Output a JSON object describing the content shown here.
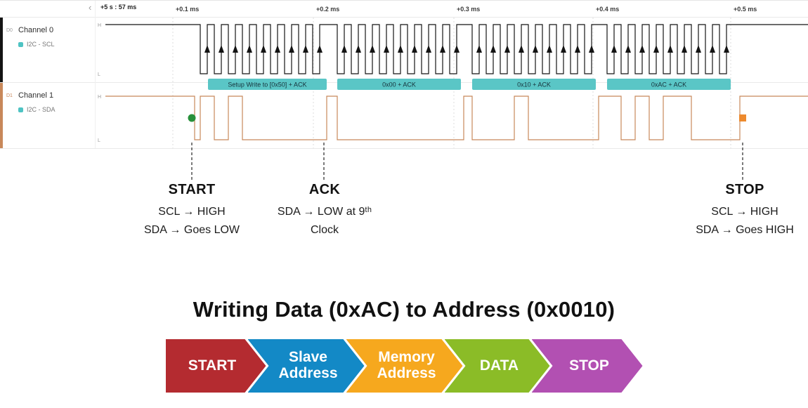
{
  "icons": {
    "collapse": "‹"
  },
  "analyzer": {
    "level_labels": {
      "high": "H",
      "low": "L"
    },
    "analyzer_chip_color": "#4ec3c3",
    "annotation_color": "#5ac6c6"
  },
  "chart_data": {
    "type": "digital-timing",
    "cursor_label": "+5 s : 57 ms",
    "x_ticks": [
      "+0.1 ms",
      "+0.2 ms",
      "+0.3 ms",
      "+0.4 ms",
      "+0.5 ms"
    ],
    "signals": [
      {
        "channel": "D0",
        "name": "Channel 0",
        "analyzer": "I2C - SCL",
        "color": "#141414",
        "idle_level": "high",
        "clock_pulses": 36,
        "clocks_per_byte": 9
      },
      {
        "channel": "D1",
        "name": "Channel 1",
        "analyzer": "I2C - SDA",
        "color": "#c8885a",
        "idle_level": "high"
      }
    ],
    "transaction": {
      "bytes": [
        {
          "label": "Setup Write to [0x50] + ACK",
          "wire_bits": [
            1,
            0,
            1,
            0,
            0,
            0,
            0,
            0
          ],
          "ack": 0
        },
        {
          "label": "0x00 + ACK",
          "wire_bits": [
            0,
            0,
            0,
            0,
            0,
            0,
            0,
            0
          ],
          "ack": 0
        },
        {
          "label": "0x10 + ACK",
          "wire_bits": [
            0,
            0,
            0,
            1,
            0,
            0,
            0,
            0
          ],
          "ack": 0
        },
        {
          "label": "0xAC + ACK",
          "wire_bits": [
            1,
            0,
            1,
            0,
            1,
            1,
            0,
            0
          ],
          "ack": 0
        }
      ],
      "start_marker": {
        "shape": "circle",
        "color": "#27903a"
      },
      "stop_marker": {
        "shape": "square",
        "color": "#ed8a2e"
      }
    }
  },
  "callouts": {
    "start": {
      "title": "START",
      "line1": "SCL → HIGH",
      "line2": "SDA → Goes LOW"
    },
    "ack": {
      "title": "ACK",
      "line1": "SDA → LOW at 9ᵗʰ",
      "line2": "Clock"
    },
    "stop": {
      "title": "STOP",
      "line1": "SCL → HIGH",
      "line2": "SDA → Goes HIGH"
    }
  },
  "footer": {
    "title": "Writing Data (0xAC) to Address (0x0010)",
    "flow": [
      {
        "label": "START",
        "color": "#b42b30"
      },
      {
        "label": "Slave Address",
        "color": "#1389c6"
      },
      {
        "label": "Memory Address",
        "color": "#f6a81e"
      },
      {
        "label": "DATA",
        "color": "#8bbc27"
      },
      {
        "label": "STOP",
        "color": "#b250b2"
      }
    ]
  }
}
